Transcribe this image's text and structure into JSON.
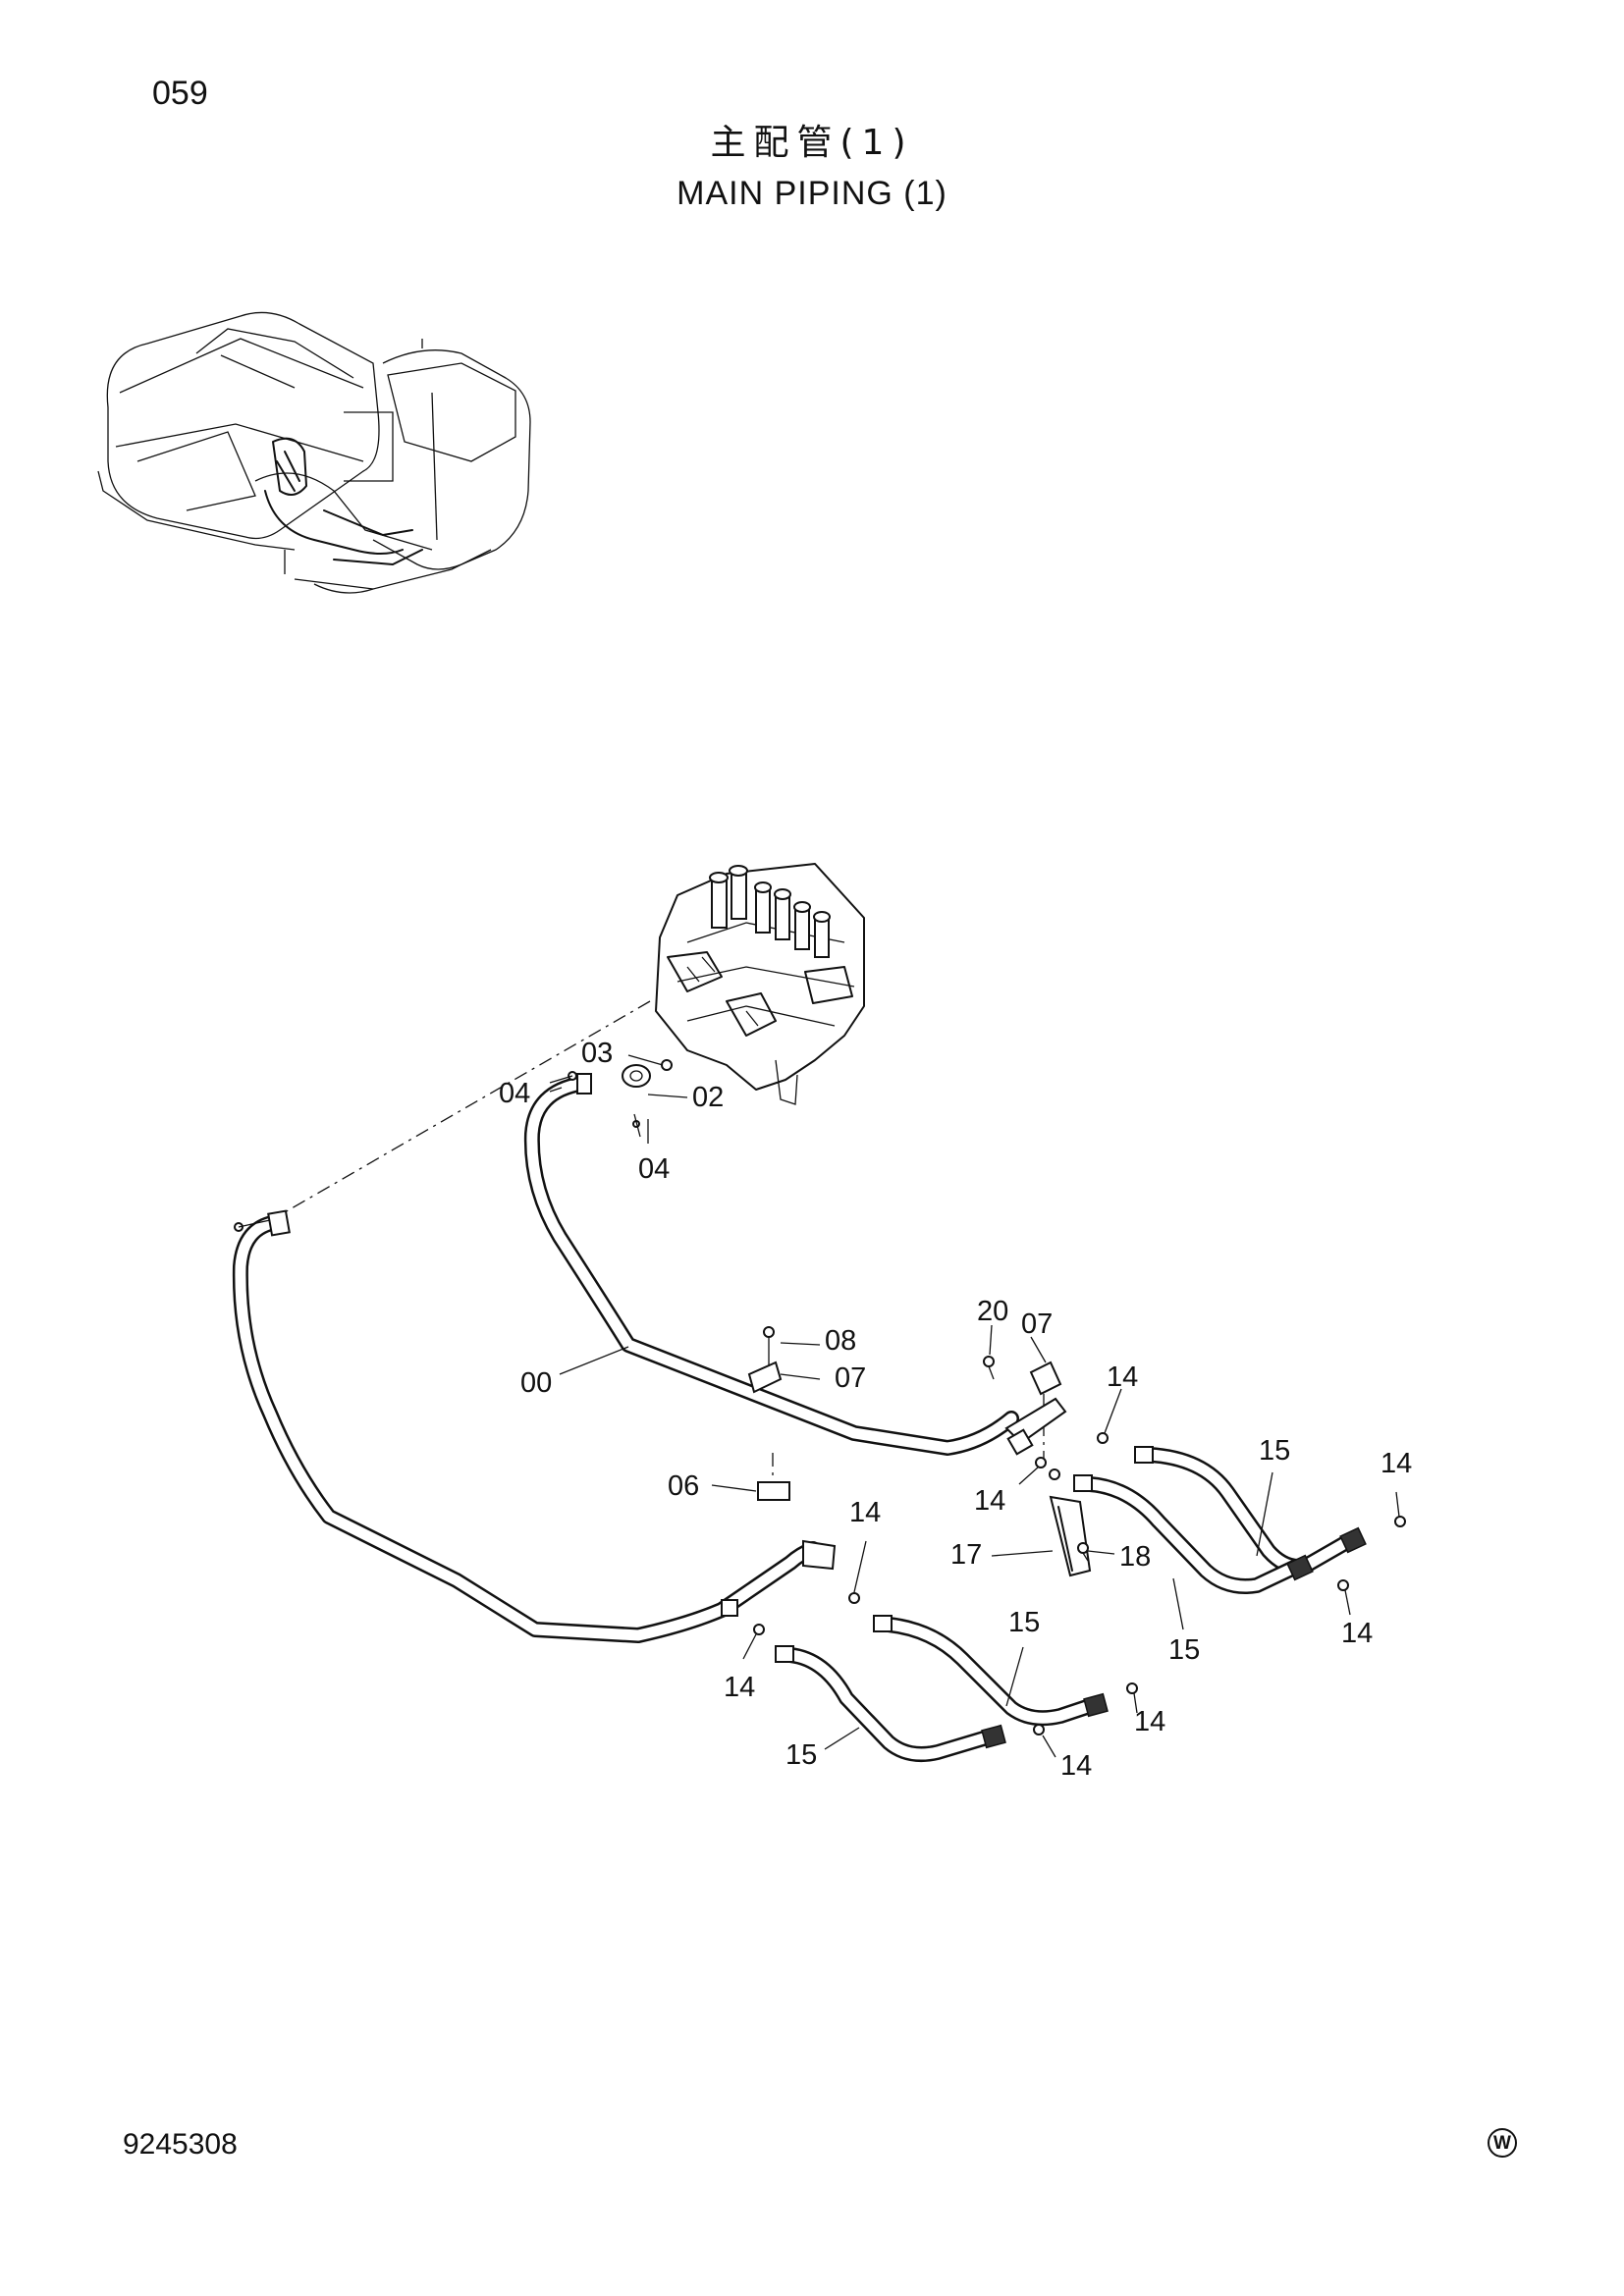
{
  "page": {
    "number": "059",
    "title_jp": "主配管(1)",
    "title_en": "MAIN PIPING (1)",
    "doc_code": "9245308",
    "mark": "W"
  },
  "callouts": [
    {
      "id": "c03",
      "label": "03"
    },
    {
      "id": "c04a",
      "label": "04"
    },
    {
      "id": "c02",
      "label": "02"
    },
    {
      "id": "c04b",
      "label": "04"
    },
    {
      "id": "c20",
      "label": "20"
    },
    {
      "id": "c07a",
      "label": "07"
    },
    {
      "id": "c08",
      "label": "08"
    },
    {
      "id": "c07b",
      "label": "07"
    },
    {
      "id": "c00",
      "label": "00"
    },
    {
      "id": "c14a",
      "label": "14"
    },
    {
      "id": "c15a",
      "label": "15"
    },
    {
      "id": "c14b",
      "label": "14"
    },
    {
      "id": "c06",
      "label": "06"
    },
    {
      "id": "c14c",
      "label": "14"
    },
    {
      "id": "c17",
      "label": "17"
    },
    {
      "id": "c18",
      "label": "18"
    },
    {
      "id": "c15b",
      "label": "15"
    },
    {
      "id": "c14d",
      "label": "14"
    },
    {
      "id": "c14e",
      "label": "14"
    },
    {
      "id": "c15c",
      "label": "15"
    },
    {
      "id": "c14f",
      "label": "14"
    },
    {
      "id": "c14g",
      "label": "14"
    },
    {
      "id": "c15d",
      "label": "15"
    },
    {
      "id": "c14h",
      "label": "14"
    }
  ]
}
